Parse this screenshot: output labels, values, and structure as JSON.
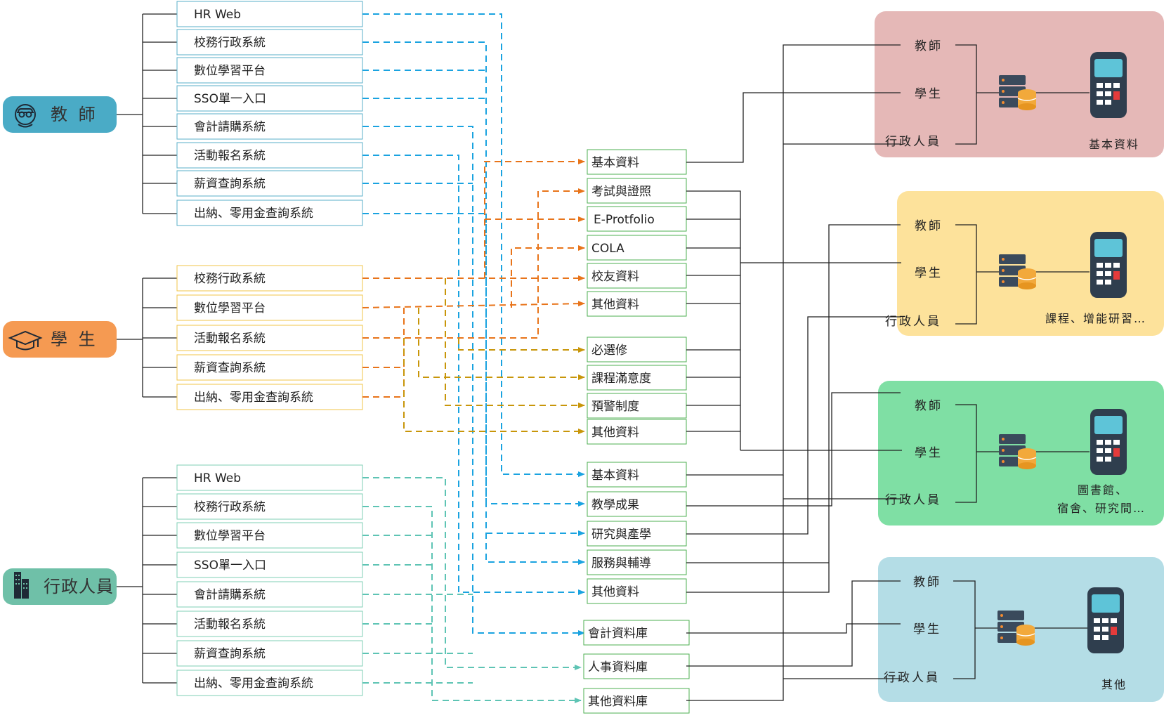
{
  "colors": {
    "teacher_pill": "#4aabc6",
    "student_pill": "#f59a52",
    "staff_pill": "#6fc0a8",
    "teacher_box": "#5aafc9",
    "student_box": "#f2c648",
    "staff_box": "#7fcfb4",
    "hub_box": "#4caf50",
    "line_blue": "#1aa3e0",
    "line_orange": "#e8741a",
    "line_gold": "#c8960a",
    "line_teal": "#5ec4b4",
    "panel_red": "#e5b8b7",
    "panel_yellow": "#fde29b",
    "panel_green": "#7fdfa4",
    "panel_blue": "#b4dde6"
  },
  "groups": [
    {
      "id": "teacher",
      "label": "教 師",
      "icon": "teacher-icon",
      "systems": [
        "HR Web",
        "校務行政系統",
        "數位學習平台",
        "SSO單一入口",
        "會計請購系統",
        "活動報名系統",
        "薪資查詢系統",
        "出納、零用金查詢系統"
      ]
    },
    {
      "id": "student",
      "label": "學 生",
      "icon": "graduation-cap-icon",
      "systems": [
        "校務行政系統",
        "數位學習平台",
        "活動報名系統",
        "薪資查詢系統",
        "出納、零用金查詢系統"
      ]
    },
    {
      "id": "staff",
      "label": "行政人員",
      "icon": "building-icon",
      "systems": [
        "HR Web",
        "校務行政系統",
        "數位學習平台",
        "SSO單一入口",
        "會計請購系統",
        "活動報名系統",
        "薪資查詢系統",
        "出納、零用金查詢系統"
      ]
    }
  ],
  "hubs": [
    "基本資料",
    "考試與證照",
    "E-Protfolio",
    "COLA",
    "校友資料",
    "其他資料",
    "必選修",
    "課程滿意度",
    "預警制度",
    "其他資料",
    "基本資料",
    "教學成果",
    "研究與產學",
    "服務與輔導",
    "其他資料",
    "會計資料庫",
    "人事資料庫",
    "其他資料庫"
  ],
  "panels": [
    {
      "roles": [
        "教師",
        "學生",
        "行政人員"
      ],
      "caption": [
        "基本資料"
      ]
    },
    {
      "roles": [
        "教師",
        "學生",
        "行政人員"
      ],
      "caption": [
        "課程、增能研習…"
      ]
    },
    {
      "roles": [
        "教師",
        "學生",
        "行政人員"
      ],
      "caption": [
        "圖書館、",
        "宿舍、研究間…"
      ]
    },
    {
      "roles": [
        "教師",
        "學生",
        "行政人員"
      ],
      "caption": [
        "其他"
      ]
    }
  ]
}
